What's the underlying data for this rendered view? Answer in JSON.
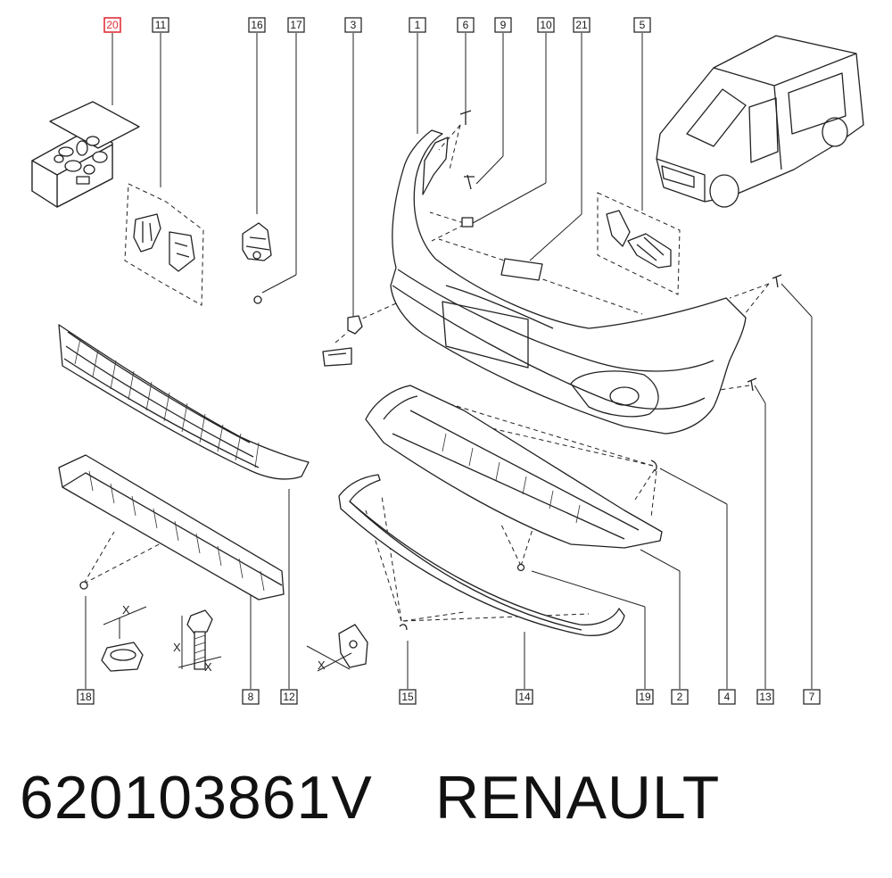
{
  "callouts": [
    {
      "id": "20",
      "highlight": true
    },
    {
      "id": "11"
    },
    {
      "id": "16"
    },
    {
      "id": "17"
    },
    {
      "id": "3"
    },
    {
      "id": "1"
    },
    {
      "id": "6"
    },
    {
      "id": "9"
    },
    {
      "id": "10"
    },
    {
      "id": "21"
    },
    {
      "id": "5"
    },
    {
      "id": "18"
    },
    {
      "id": "8"
    },
    {
      "id": "12"
    },
    {
      "id": "15"
    },
    {
      "id": "14"
    },
    {
      "id": "19"
    },
    {
      "id": "2"
    },
    {
      "id": "4"
    },
    {
      "id": "13"
    },
    {
      "id": "7"
    }
  ],
  "dimension_marks": [
    "X",
    "X",
    "X",
    "X"
  ],
  "footer": {
    "part_number": "620103861V",
    "brand": "RENAULT"
  },
  "colors": {
    "line": "#222222",
    "highlight": "#e0303a",
    "background": "#ffffff"
  }
}
